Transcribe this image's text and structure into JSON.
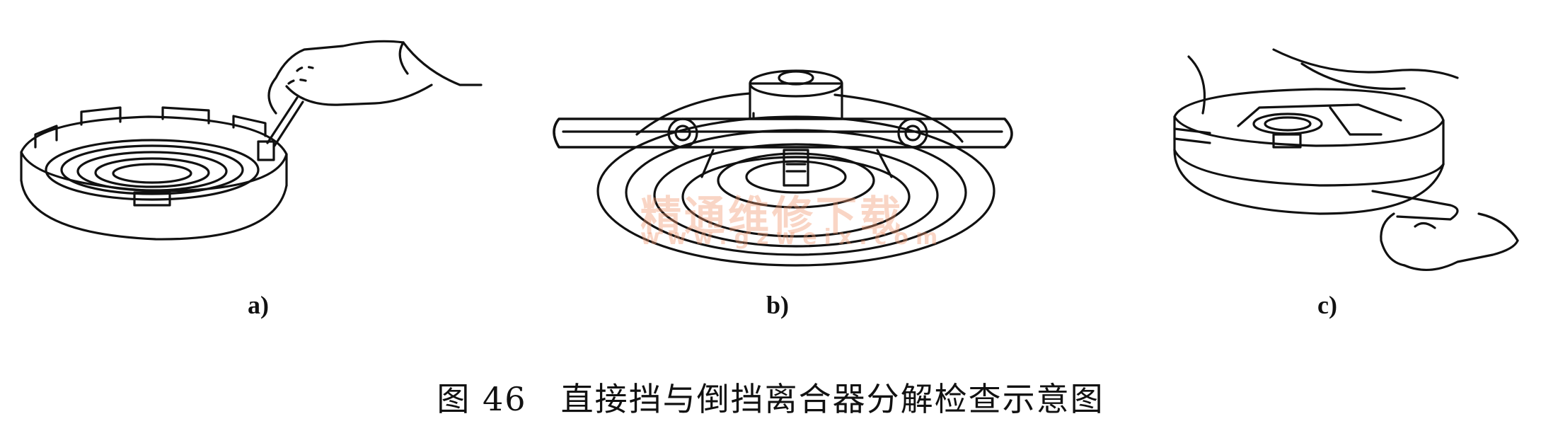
{
  "panels": [
    {
      "id": "a",
      "label": "a)"
    },
    {
      "id": "b",
      "label": "b)"
    },
    {
      "id": "c",
      "label": "c)"
    }
  ],
  "caption": {
    "number": "图 46",
    "text": "直接挡与倒挡离合器分解检查示意图"
  },
  "watermark": {
    "text": "精通维修下载",
    "url": "www.gzweix.com"
  }
}
